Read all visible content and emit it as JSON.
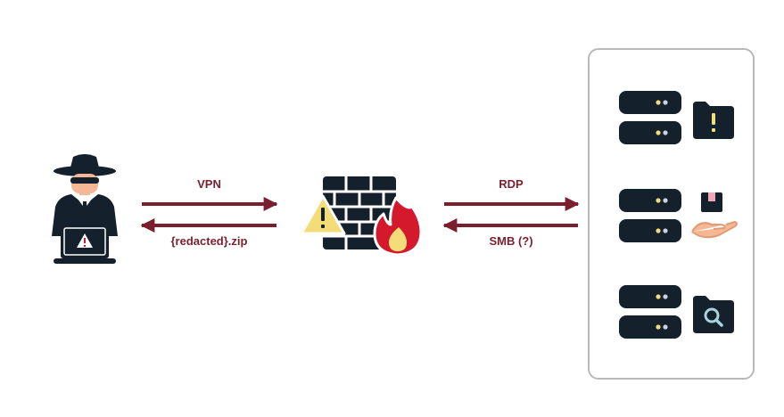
{
  "labels": {
    "vpn": "VPN",
    "zip": "{redacted}.zip",
    "rdp": "RDP",
    "smb": "SMB (?)"
  },
  "colors": {
    "arrow": "#7b1f2e",
    "dark": "#14202b",
    "warning_yellow": "#f4dc79",
    "fire_red": "#d4192c",
    "skin": "#f5b895",
    "server_light": "#c9d4dc",
    "panel_border": "#b9b9b9"
  },
  "icons": {
    "attacker": "hacker-with-laptop-icon",
    "firewall": "firewall-on-fire-icon",
    "servers": [
      "server-stack-icon",
      "server-stack-icon",
      "server-stack-icon"
    ],
    "resources": [
      "folder-warning-icon",
      "hand-with-package-icon",
      "folder-search-icon"
    ]
  }
}
